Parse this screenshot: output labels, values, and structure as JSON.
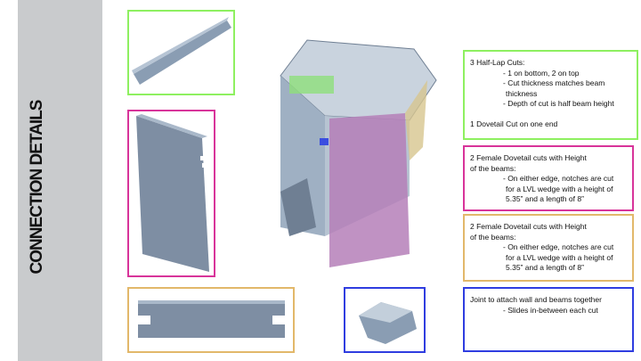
{
  "title": "CONNECTION DETAILS",
  "colors": {
    "green": "#8ef060",
    "magenta": "#d8349a",
    "orange": "#e2b86a",
    "blue": "#2f3de0"
  },
  "notes": [
    {
      "heading": "3 Half-Lap Cuts:",
      "bullets": [
        "- 1 on bottom, 2 on top",
        "- Cut thickness matches beam",
        "thickness",
        "- Depth of cut is half beam height"
      ],
      "footer": "1 Dovetail Cut on one end"
    },
    {
      "heading": "2 Female Dovetail cuts with Height",
      "heading2": "of the beams:",
      "bullets": [
        "- On either edge, notches are cut",
        "for a LVL wedge with a height of",
        "5.35” and a length of 8”"
      ]
    },
    {
      "heading": "2 Female Dovetail cuts with Height",
      "heading2": "of the beams:",
      "bullets": [
        "- On either edge, notches are cut",
        "for a LVL wedge with a height of",
        "5.35” and a length of 8”"
      ]
    },
    {
      "heading": "Joint to attach wall and beams together",
      "bullets": [
        "- Slides in-between each cut"
      ]
    }
  ]
}
